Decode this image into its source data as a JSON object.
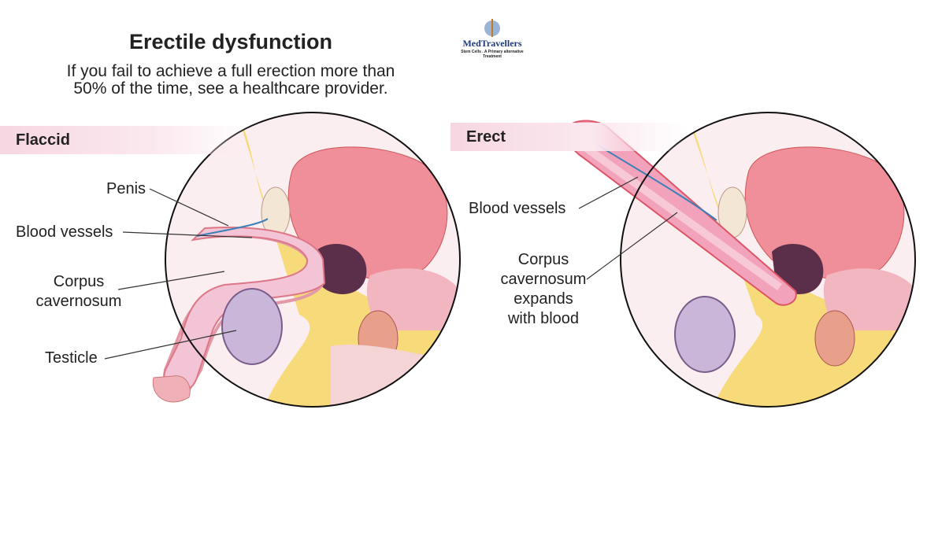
{
  "title": "Erectile dysfunction",
  "subtitle": [
    "If you fail to achieve a full erection more than",
    "50% of the time, see a healthcare provider."
  ],
  "logo": {
    "name": "MedTravellers",
    "tagline": "Stem Cells . A Primary alternative Treatment"
  },
  "flaccid": {
    "heading": "Flaccid",
    "labels": {
      "penis": "Penis",
      "blood_vessels": "Blood vessels",
      "corpus": [
        "Corpus",
        "cavernosum"
      ],
      "testicle": "Testicle"
    }
  },
  "erect": {
    "heading": "Erect",
    "labels": {
      "blood_vessels": "Blood vessels",
      "corpus": [
        "Corpus",
        "cavernosum",
        "expands",
        "with blood"
      ]
    }
  },
  "colors": {
    "band": "#f6d7e2",
    "bladder": "#f08f9a",
    "prostate": "#5b2e4a",
    "fat": "#f7da7a",
    "penis": "#f2b8c8",
    "testicle": "#c9b6d8"
  }
}
